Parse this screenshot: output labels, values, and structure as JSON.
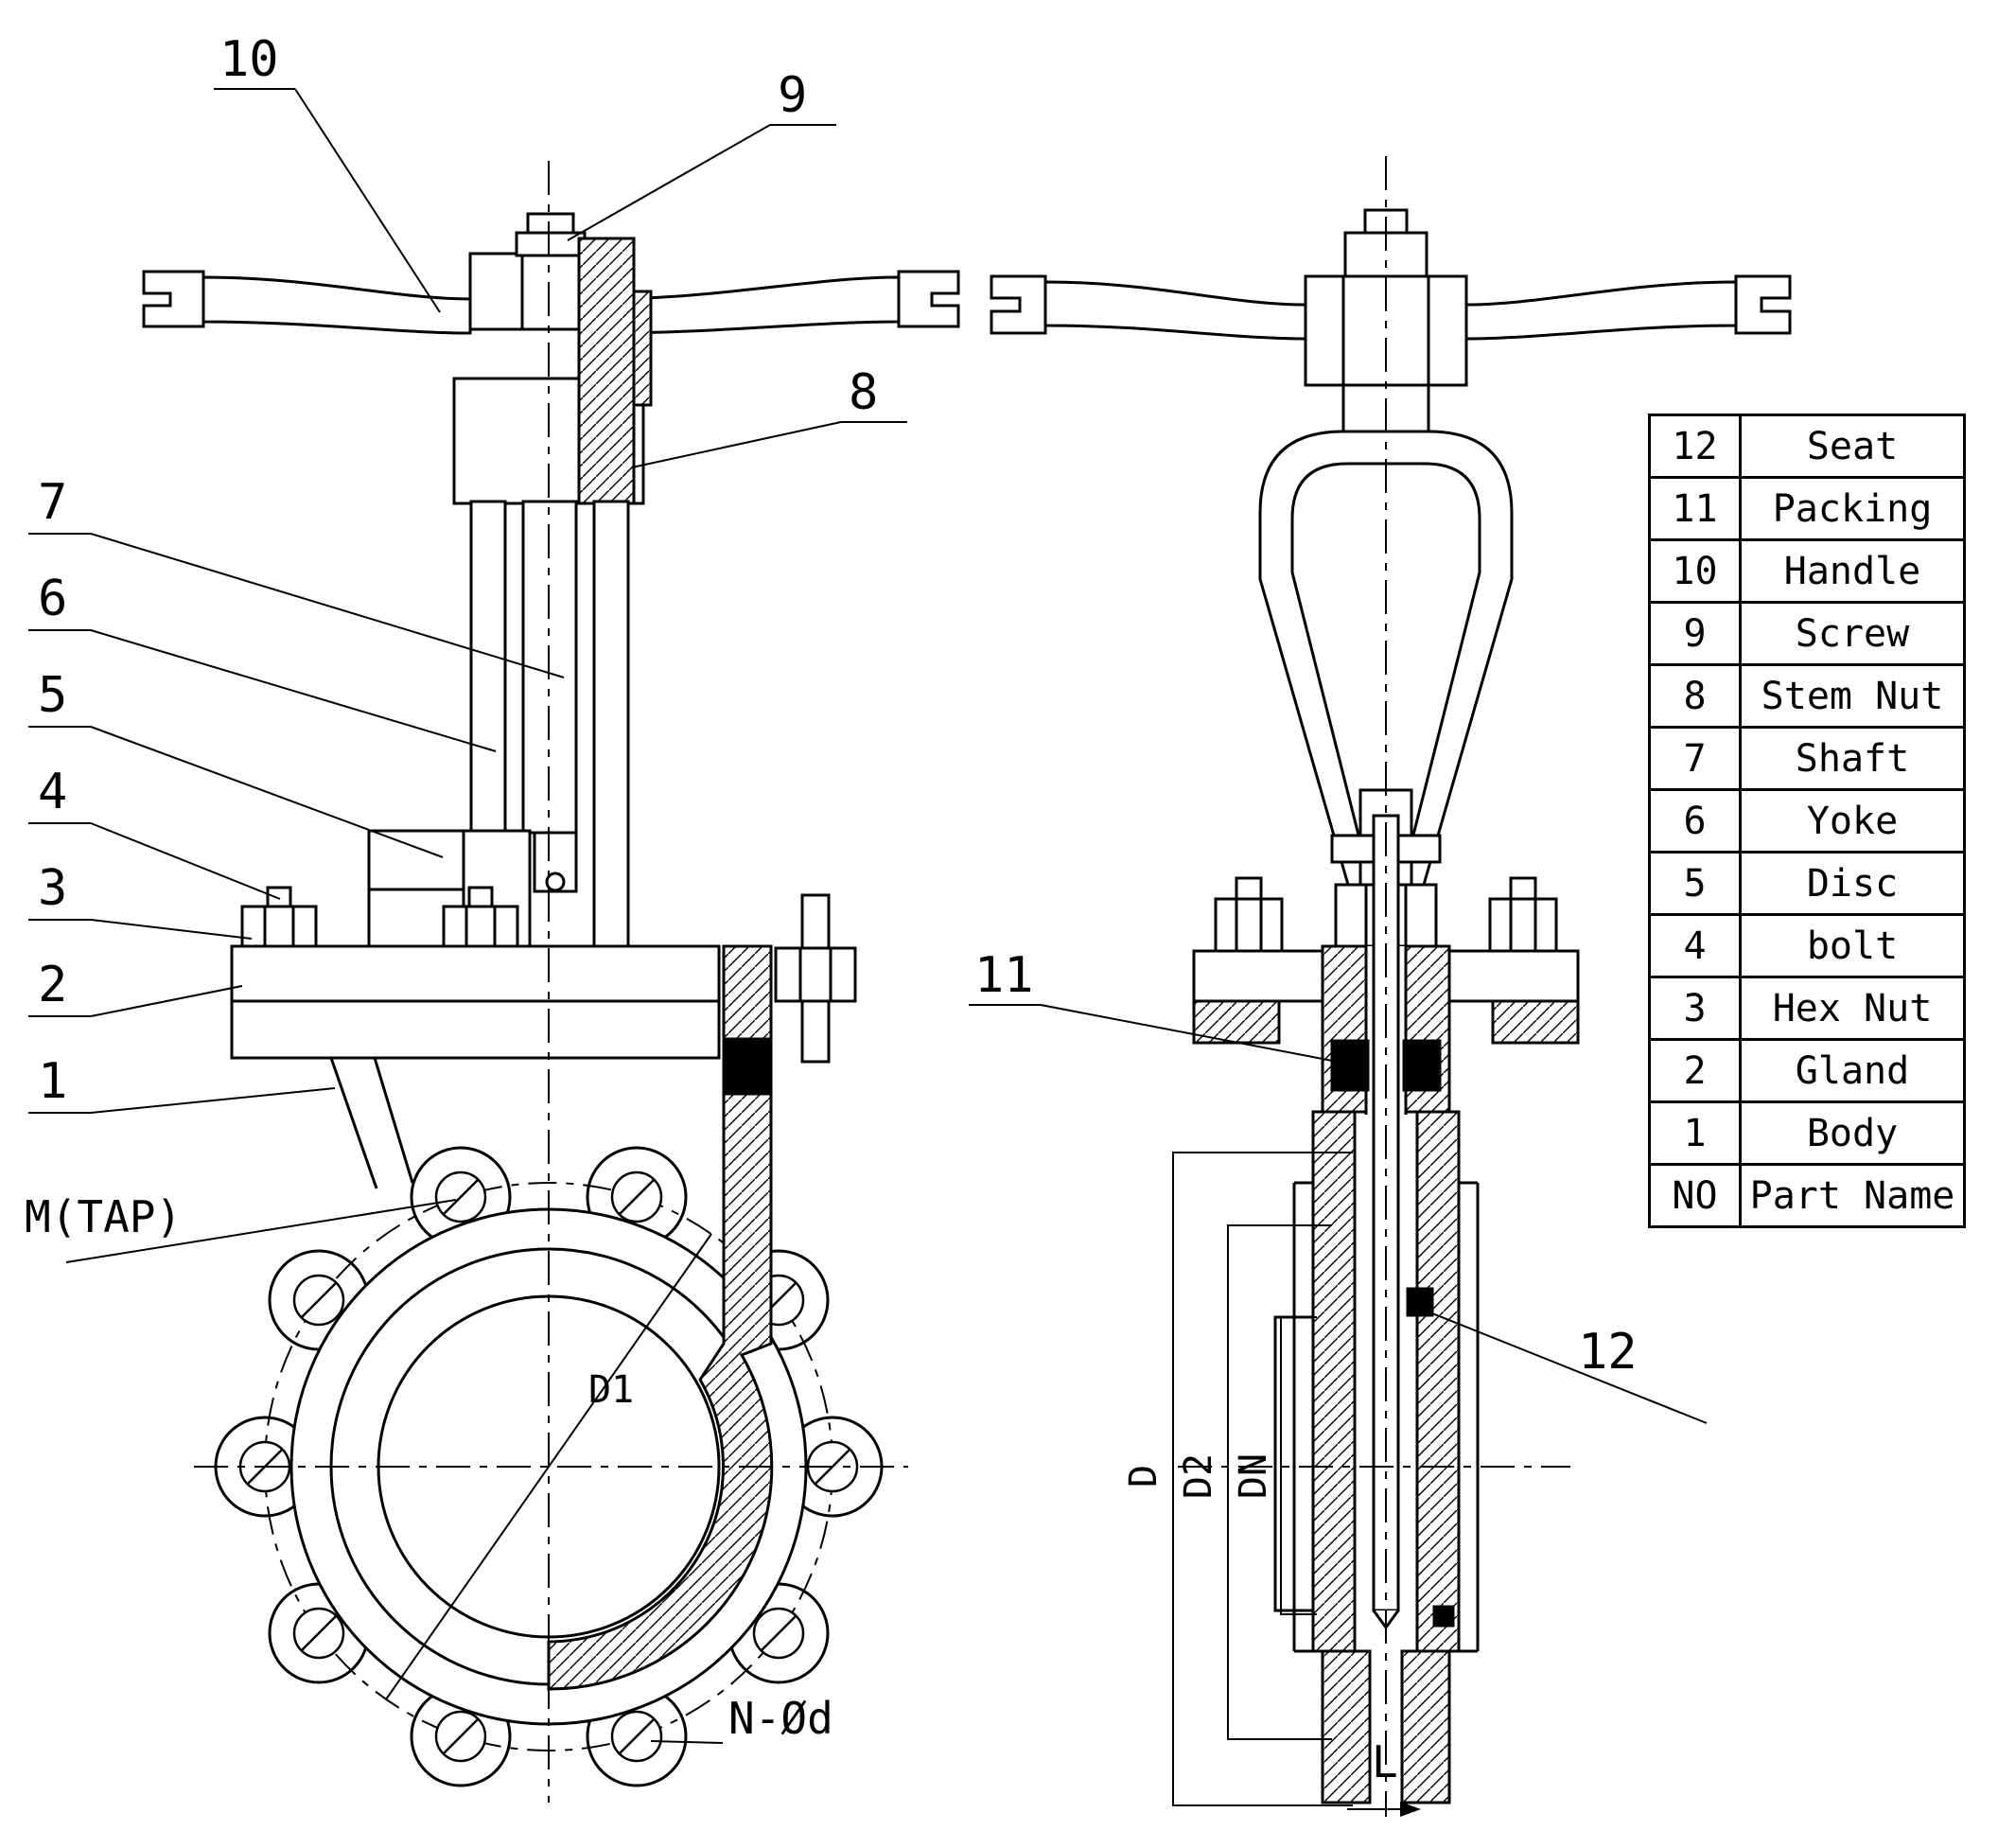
{
  "colors": {
    "line": "#000000",
    "background": "#ffffff",
    "section_fill": "#000000"
  },
  "callouts": {
    "n1": "1",
    "n2": "2",
    "n3": "3",
    "n4": "4",
    "n5": "5",
    "n6": "6",
    "n7": "7",
    "n8": "8",
    "n9": "9",
    "n10": "10",
    "n11": "11",
    "n12": "12"
  },
  "labels": {
    "m_tap": "M(TAP)",
    "d1": "D1",
    "n_phi_d": "N-Ød",
    "d": "D",
    "d2": "D2",
    "dn": "DN",
    "l": "L"
  },
  "parts_table": {
    "header": {
      "no": "NO",
      "name": "Part Name"
    },
    "rows": [
      {
        "no": "12",
        "name": "Seat"
      },
      {
        "no": "11",
        "name": "Packing"
      },
      {
        "no": "10",
        "name": "Handle"
      },
      {
        "no": "9",
        "name": "Screw"
      },
      {
        "no": "8",
        "name": "Stem Nut"
      },
      {
        "no": "7",
        "name": "Shaft"
      },
      {
        "no": "6",
        "name": "Yoke"
      },
      {
        "no": "5",
        "name": "Disc"
      },
      {
        "no": "4",
        "name": "bolt"
      },
      {
        "no": "3",
        "name": "Hex Nut"
      },
      {
        "no": "2",
        "name": "Gland"
      },
      {
        "no": "1",
        "name": "Body"
      }
    ]
  }
}
